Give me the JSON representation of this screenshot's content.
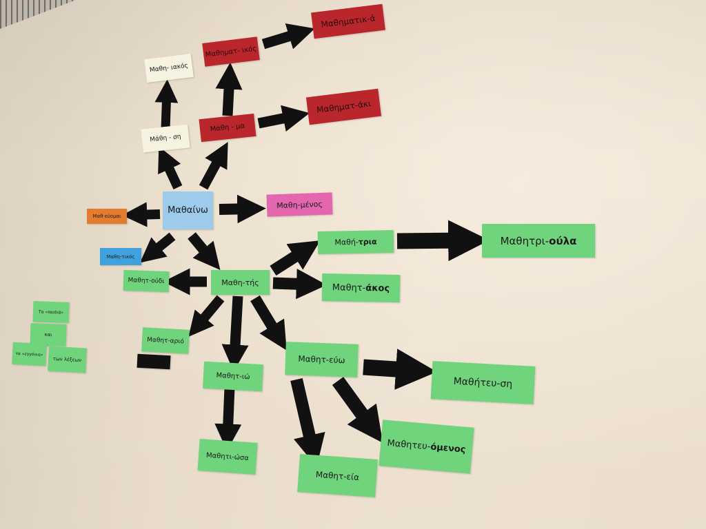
{
  "colors": {
    "green": "#6fd47c",
    "red": "#b9262b",
    "cream": "#f6f3e0",
    "light_blue": "#9ecaec",
    "sky_blue": "#3fa2de",
    "pink": "#e467ae",
    "orange": "#e47c2f",
    "arrow": "#111111",
    "wall": "#f1e4d3"
  },
  "cards": {
    "mathematika": "Μαθηματικ-ά",
    "mathimat_ikos": "Μαθηματ- ικός",
    "matho_iakos": "Μαθη- ιακός",
    "mathimat_aki": "Μαθηματ-άκι",
    "mathi_ma": "Μάθη - μα",
    "mathi_si": "Μάθη - ση",
    "mathaino": "Μαθαίνω",
    "mathi_menos": "Μαθη-μένος",
    "mathi_eumai": "Μαθ-εύομαι",
    "mathi_tikos": "Μαθη-τικός",
    "mathit_oudi": "Μαθητ-ούδι",
    "mathi_tis": "Μαθη-τής",
    "mathi_tria_stem": "Μαθή-",
    "mathi_tria_suffix": "τρια",
    "mathitri_stem": "Μαθητρι-",
    "mathitri_suffix": "ούλα",
    "mathit_akos_stem": "Μαθητ-",
    "mathit_akos_suffix": "άκος",
    "mathit_ario": "Μαθητ-αριό",
    "mathit_euo": "Μαθητ-εύω",
    "mathiteu_si": "Μαθήτευ-ση",
    "mathit_io": "Μαθητ-ιώ",
    "mathiti_osa": "Μαθητι-ώσα",
    "mathit_eia": "Μαθητ-εία",
    "mathiteu_stem": "Μαθητευ-",
    "mathiteu_suffix": "όμενος"
  },
  "legend": {
    "line1": "Τα «παιδιά»",
    "line2": "και",
    "line3a": "τα «εγγόνια»",
    "line3b": "των λέξεων"
  }
}
